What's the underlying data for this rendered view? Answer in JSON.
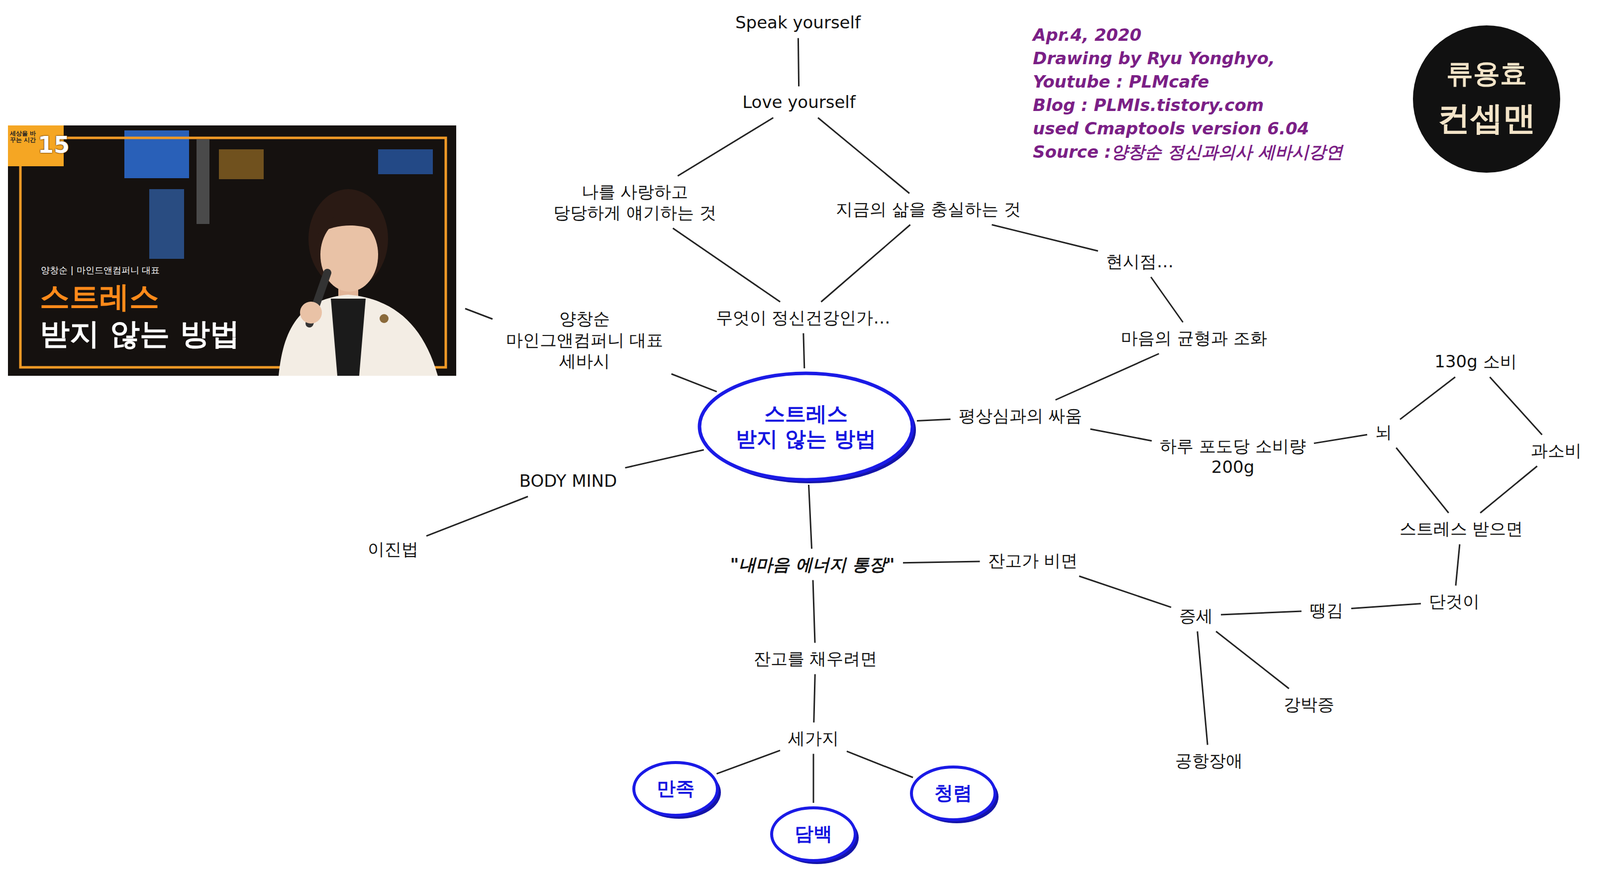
{
  "diagram": {
    "nodes": [
      {
        "text": [
          "Speak yourself"
        ]
      },
      {
        "text": [
          "Love yourself"
        ]
      },
      {
        "text": [
          "나를 사랑하고 당당하게 얘기하는 것"
        ]
      },
      {
        "text": [
          "지금의 삶을 충실하는 것"
        ]
      },
      {
        "text": [
          "현시점…"
        ]
      },
      {
        "text": [
          "양창순 마인그앤컴퍼니 대표 세바시"
        ]
      },
      {
        "text": [
          "무엇이 정신건강인가…"
        ]
      },
      {
        "text": [
          "마음의 균형과 조화"
        ]
      },
      {
        "text": [
          "스트레스 받지 않는 방법"
        ]
      },
      {
        "text": [
          "평상심과의 싸움"
        ]
      },
      {
        "text": [
          "130g 소비"
        ]
      },
      {
        "text": [
          "뇌"
        ]
      },
      {
        "text": [
          "하루 포도당 소비량 200g"
        ]
      },
      {
        "text": [
          "과소비"
        ]
      },
      {
        "text": [
          "BODY MIND"
        ]
      },
      {
        "text": [
          "스트레스 받으면"
        ]
      },
      {
        "text": [
          "이진법"
        ]
      },
      {
        "text": [
          "\"내마음 에너지 통장\""
        ]
      },
      {
        "text": [
          "잔고가 비면"
        ]
      },
      {
        "text": [
          "단것이"
        ]
      },
      {
        "text": [
          "땡김"
        ]
      },
      {
        "text": [
          "증세"
        ]
      },
      {
        "text": [
          "잔고를 채우려면"
        ]
      },
      {
        "text": [
          "강박증"
        ]
      },
      {
        "text": [
          "세가지"
        ]
      },
      {
        "text": [
          "공항장애"
        ]
      },
      {
        "text": [
          "만족"
        ]
      },
      {
        "text": [
          "청렴"
        ]
      },
      {
        "text": [
          "담백"
        ]
      }
    ],
    "edges": [
      {
        "from": 0,
        "to": 1,
        "arrow": "none"
      },
      {
        "from": 1,
        "to": 2,
        "arrow": "none"
      },
      {
        "from": 1,
        "to": 3,
        "arrow": "none"
      },
      {
        "from": 2,
        "to": 6,
        "arrow": "none"
      },
      {
        "from": 3,
        "to": 6,
        "arrow": "none"
      },
      {
        "from": 3,
        "to": 4,
        "arrow": "none"
      },
      {
        "from": 4,
        "to": 7,
        "arrow": "none"
      },
      {
        "from": 7,
        "to": 9,
        "arrow": "none"
      },
      {
        "from": 6,
        "to": 8,
        "arrow": "none"
      },
      {
        "from": 5,
        "to": 8,
        "arrow": "none"
      },
      {
        "from": 8,
        "to": 9,
        "arrow": "none"
      },
      {
        "from": 9,
        "to": 12,
        "arrow": "none"
      },
      {
        "from": 12,
        "to": 11,
        "arrow": "none"
      },
      {
        "from": 11,
        "to": 10,
        "arrow": "none"
      },
      {
        "from": 10,
        "to": 13,
        "arrow": "none"
      },
      {
        "from": 13,
        "to": 15,
        "arrow": "none"
      },
      {
        "from": 11,
        "to": 15,
        "arrow": "none"
      },
      {
        "from": 15,
        "to": 19,
        "arrow": "none"
      },
      {
        "from": 19,
        "to": 20,
        "arrow": "none"
      },
      {
        "from": 20,
        "to": 21,
        "arrow": "none"
      },
      {
        "from": 18,
        "to": 21,
        "arrow": "none"
      },
      {
        "from": 21,
        "to": 23,
        "arrow": "none"
      },
      {
        "from": 21,
        "to": 25,
        "arrow": "none"
      },
      {
        "from": 8,
        "to": 14,
        "arrow": "none"
      },
      {
        "from": 14,
        "to": 16,
        "arrow": "none"
      },
      {
        "from": 8,
        "to": 17,
        "arrow": "none"
      },
      {
        "from": 17,
        "to": 18,
        "arrow": "none"
      },
      {
        "from": 17,
        "to": 22,
        "arrow": "none"
      },
      {
        "from": 22,
        "to": 24,
        "arrow": "none"
      },
      {
        "from": 24,
        "to": 26,
        "arrow": "none"
      },
      {
        "from": 24,
        "to": 28,
        "arrow": "none"
      },
      {
        "from": 24,
        "to": 27,
        "arrow": "none"
      }
    ],
    "labels": [
      "Apr.4, 2020",
      "Drawing by Ryu Yonghyo,",
      "Youtube : PLMcafe",
      "Blog : PLMIs.tistory.com",
      "used Cmaptools version 6.04",
      "Source :양창순 정신과의사 세바시강연",
      "류용효",
      "컨셉맨",
      "세상을 바꾸는 시간",
      "15",
      "양창순 | 마인드앤컴퍼니 대표",
      "스트레스",
      "받지 않는 방법"
    ]
  }
}
